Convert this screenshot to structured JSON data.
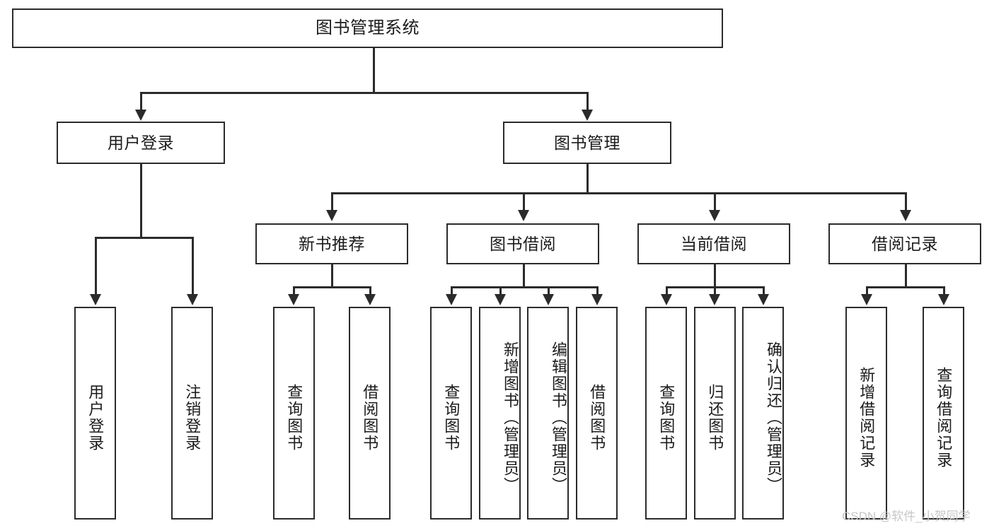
{
  "diagram": {
    "title": "图书管理系统",
    "type": "hierarchy-tree",
    "root": {
      "label": "图书管理系统"
    },
    "level2": [
      {
        "label": "用户登录"
      },
      {
        "label": "图书管理"
      }
    ],
    "level3": [
      {
        "label": "新书推荐"
      },
      {
        "label": "图书借阅"
      },
      {
        "label": "当前借阅"
      },
      {
        "label": "借阅记录"
      }
    ],
    "leaves": {
      "user_login": [
        {
          "label": "用户登录"
        },
        {
          "label": "注销登录"
        }
      ],
      "new_book_recommend": [
        {
          "label": "查询图书"
        },
        {
          "label": "借阅图书"
        }
      ],
      "book_borrow": [
        {
          "label": "查询图书"
        },
        {
          "label": "新增图书（管理员）"
        },
        {
          "label": "编辑图书（管理员）"
        },
        {
          "label": "借阅图书"
        }
      ],
      "current_borrow": [
        {
          "label": "查询图书"
        },
        {
          "label": "归还图书"
        },
        {
          "label": "确认归还（管理员）"
        }
      ],
      "borrow_record": [
        {
          "label": "新增借阅记录"
        },
        {
          "label": "查询借阅记录"
        }
      ]
    }
  },
  "watermark": {
    "text": "CSDN @软件_小贺同学"
  },
  "colors": {
    "stroke": "#2b2b2b",
    "background": "#ffffff",
    "text": "#1b1b1b",
    "watermark": "#c7c7c7"
  }
}
